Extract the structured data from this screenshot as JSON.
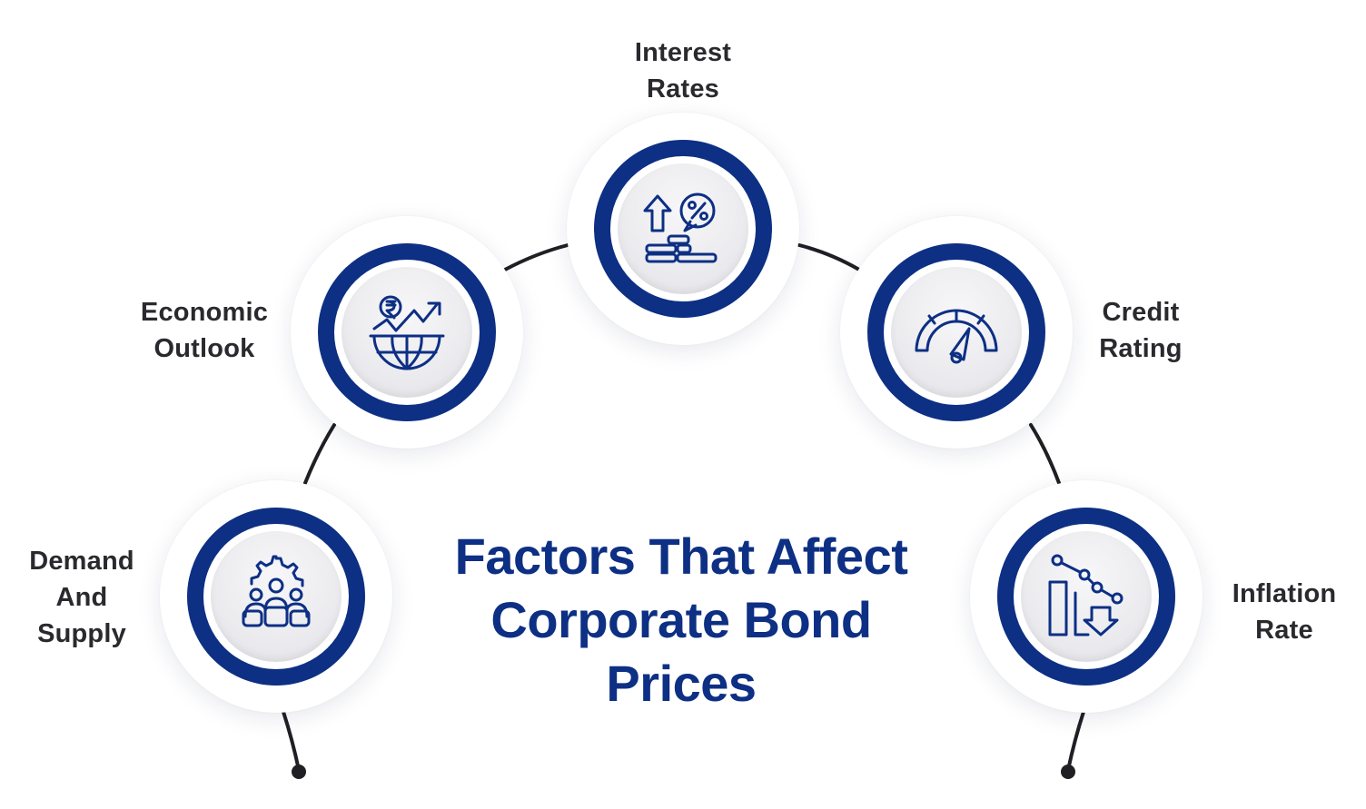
{
  "title": {
    "line1": "Factors That Affect",
    "line2": "Corporate Bond",
    "line3": "Prices"
  },
  "factors": [
    {
      "icon": "rupee-growth-globe-icon",
      "line1": "Demand",
      "line2": "And",
      "line3": "Supply"
    },
    {
      "icon": "globe-rupee-growth-icon",
      "line1": "Economic",
      "line2": "Outlook"
    },
    {
      "icon": "interest-rate-up-coins-icon",
      "line1": "Interest",
      "line2": "Rates"
    },
    {
      "icon": "speedometer-gauge-icon",
      "line1": "Credit",
      "line2": "Rating"
    },
    {
      "icon": "declining-chart-icon",
      "line1": "Inflation",
      "line2": "Rate"
    }
  ],
  "colors": {
    "ring": "#0d2f84",
    "connector": "#1f1f24",
    "title": "#0d2f84",
    "label": "#2a2a2e"
  }
}
